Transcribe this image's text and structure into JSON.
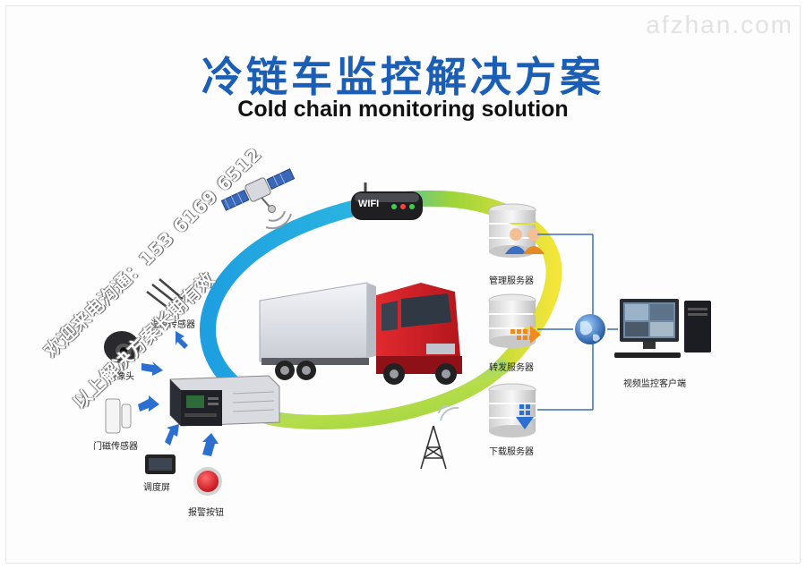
{
  "watermark": "afzhan.com",
  "title": {
    "cn": "冷链车监控解决方案",
    "en": "Cold chain monitoring solution"
  },
  "router": {
    "label": "WIFI"
  },
  "devices": {
    "temperature_sensor": "温度传感器",
    "camera": "摄像头",
    "door_sensor": "门磁传感器",
    "dispatch_screen": "调度屏",
    "alarm_button": "报警按钮"
  },
  "servers": {
    "management": "管理服务器",
    "forwarding": "转发服务器",
    "download": "下载服务器"
  },
  "client": {
    "label": "视频监控客户端"
  },
  "contact_overlay": {
    "line1": "欢迎来电沟通：153 6169 6512",
    "line2": "以上解决方案长期有效"
  },
  "colors": {
    "title_blue": "#1a5fb5",
    "ring_blue": "#1e9fe0",
    "ring_green": "#9cd43a",
    "ring_yellow": "#f3e53a",
    "truck_red": "#d1202a",
    "arrow_blue": "#2b6fd1",
    "line_blue": "#3a6fb8"
  },
  "icons": [
    "satellite-icon",
    "wifi-router-icon",
    "server-icon",
    "globe-icon",
    "computer-icon",
    "signal-tower-icon",
    "camera-icon",
    "door-sensor-icon",
    "screen-icon",
    "alarm-button-icon",
    "temperature-sensor-icon",
    "dvr-device-icon",
    "truck-icon"
  ]
}
